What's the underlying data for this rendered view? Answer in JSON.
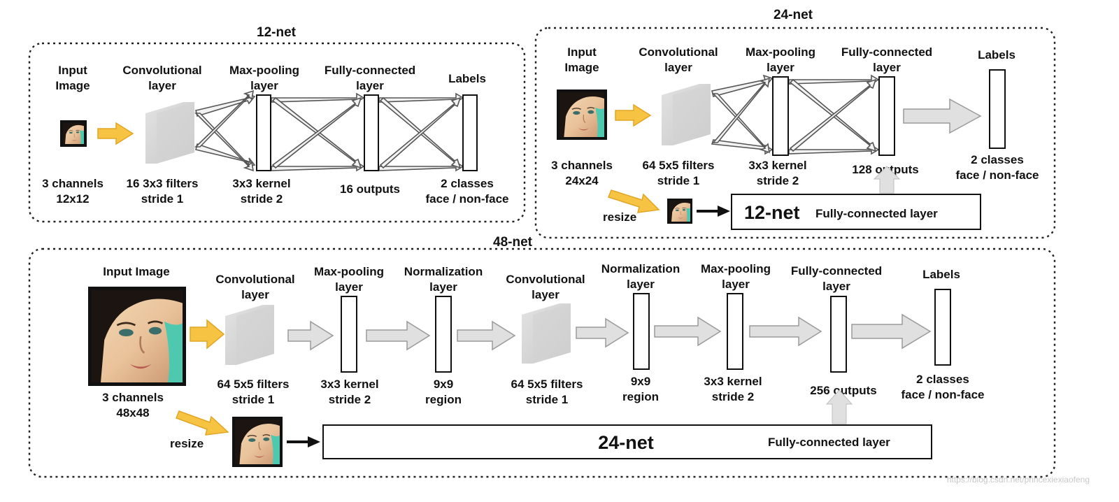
{
  "colors": {
    "accent_arrow": "#f6c342",
    "gray_arrow": "#e0e0e0",
    "conv_block": "#d7d7d7",
    "frame": "#222222"
  },
  "net12": {
    "title": "12-net",
    "head": {
      "input": [
        "Input",
        "Image"
      ],
      "conv": [
        "Convolutional",
        "layer"
      ],
      "pool": [
        "Max-pooling",
        "layer"
      ],
      "fc": [
        "Fully-connected",
        "layer"
      ],
      "labels": [
        "Labels"
      ]
    },
    "sub": {
      "input": [
        "3 channels",
        "12x12"
      ],
      "conv": [
        "16 3x3 filters",
        "stride 1"
      ],
      "pool": [
        "3x3 kernel",
        "stride 2"
      ],
      "fc": [
        "16 outputs"
      ],
      "labels": [
        "2 classes",
        "face / non-face"
      ]
    }
  },
  "net24": {
    "title": "24-net",
    "head": {
      "input": [
        "Input",
        "Image"
      ],
      "conv": [
        "Convolutional",
        "layer"
      ],
      "pool": [
        "Max-pooling",
        "layer"
      ],
      "fc": [
        "Fully-connected",
        "layer"
      ],
      "labels": [
        "Labels"
      ]
    },
    "sub": {
      "input": [
        "3 channels",
        "24x24"
      ],
      "conv": [
        "64 5x5 filters",
        "stride 1"
      ],
      "pool": [
        "3x3 kernel",
        "stride 2"
      ],
      "fc": [
        "128 outputs"
      ],
      "labels": [
        "2 classes",
        "face / non-face"
      ]
    },
    "resize": "resize",
    "sub_net": "12-net",
    "sub_net_layer": "Fully-connected layer"
  },
  "net48": {
    "title": "48-net",
    "head": {
      "input": [
        "Input Image"
      ],
      "conv1": [
        "Convolutional",
        "layer"
      ],
      "pool1": [
        "Max-pooling",
        "layer"
      ],
      "norm1": [
        "Normalization",
        "layer"
      ],
      "conv2": [
        "Convolutional",
        "layer"
      ],
      "norm2": [
        "Normalization",
        "layer"
      ],
      "pool2": [
        "Max-pooling",
        "layer"
      ],
      "fc": [
        "Fully-connected",
        "layer"
      ],
      "labels": [
        "Labels"
      ]
    },
    "sub": {
      "input": [
        "3 channels",
        "48x48"
      ],
      "conv1": [
        "64 5x5 filters",
        "stride 1"
      ],
      "pool1": [
        "3x3 kernel",
        "stride 2"
      ],
      "norm1": [
        "9x9",
        "region"
      ],
      "conv2": [
        "64 5x5 filters",
        "stride 1"
      ],
      "norm2": [
        "9x9",
        "region"
      ],
      "pool2": [
        "3x3 kernel",
        "stride 2"
      ],
      "fc": [
        "256 outputs"
      ],
      "labels": [
        "2 classes",
        "face / non-face"
      ]
    },
    "resize": "resize",
    "sub_net": "24-net",
    "sub_net_layer": "Fully-connected layer"
  },
  "watermark": "https://blog.csdn.net/princexiexiaofeng"
}
